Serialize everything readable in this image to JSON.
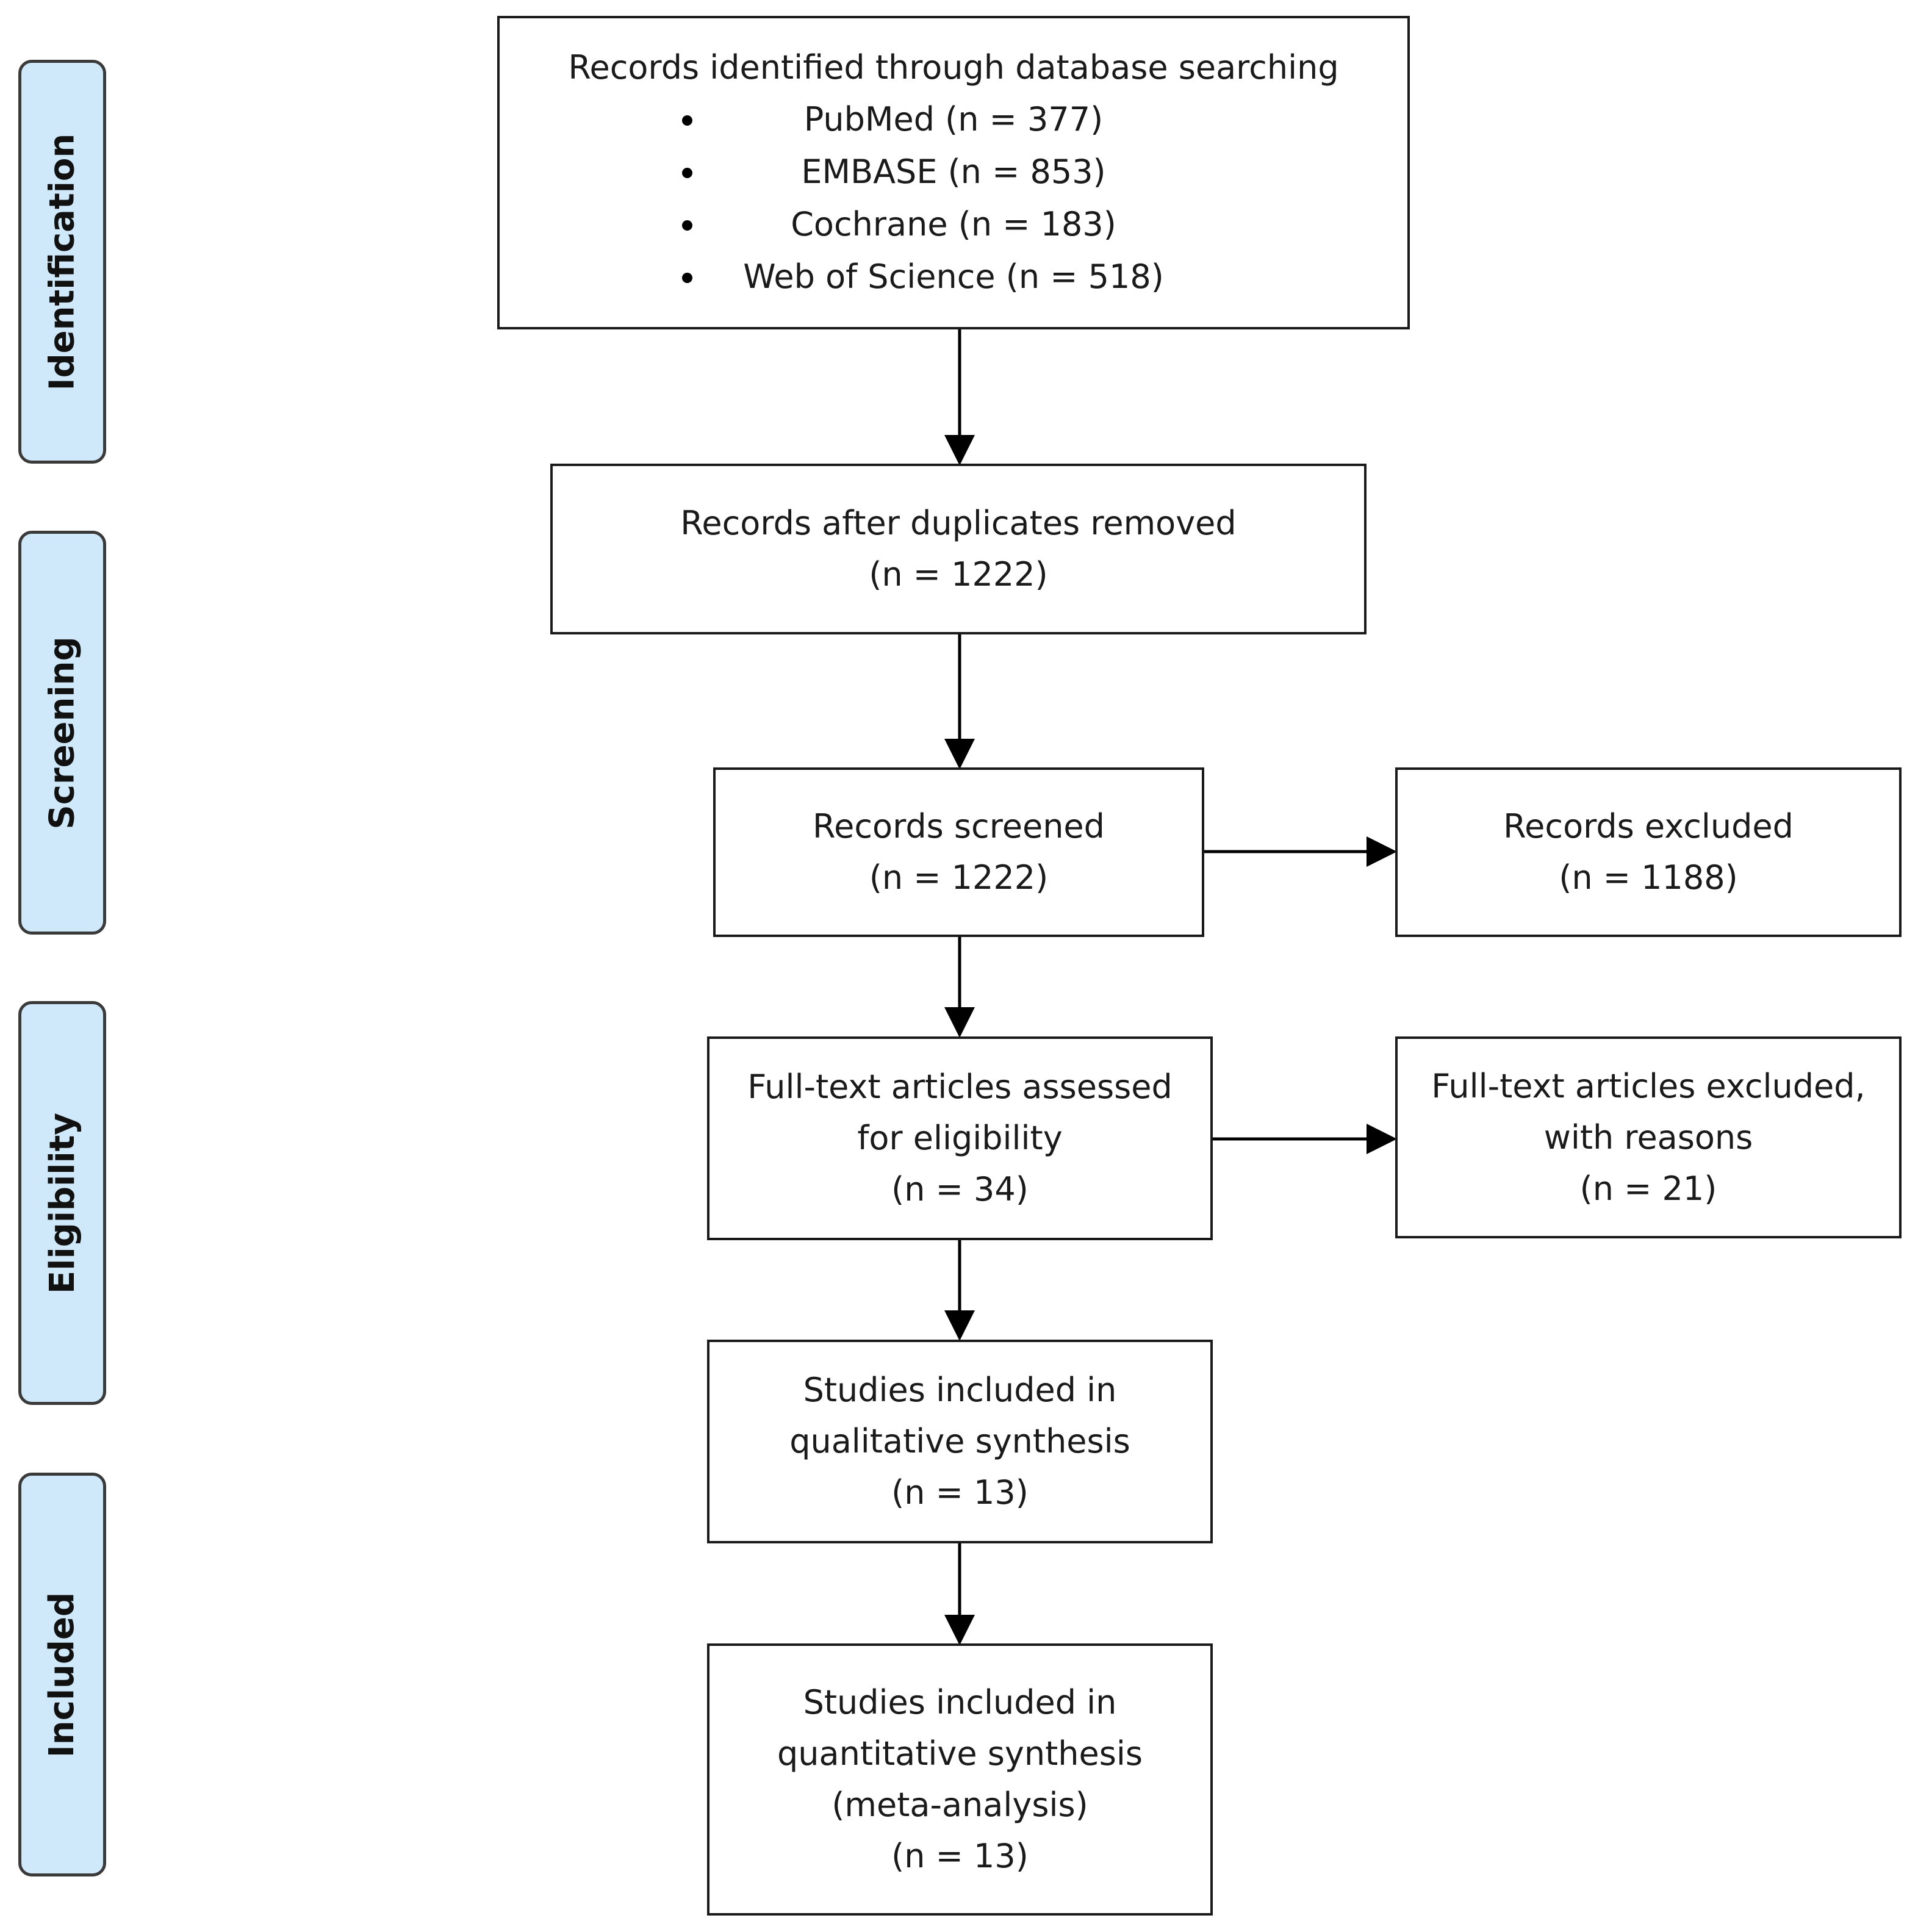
{
  "phases": {
    "identification": "Identification",
    "screening": "Screening",
    "eligibility": "Eligibility",
    "included": "Included"
  },
  "boxes": {
    "identified": {
      "title": "Records identified through database searching",
      "sources": [
        "PubMed (n = 377)",
        "EMBASE (n = 853)",
        "Cochrane (n = 183)",
        "Web of Science (n = 518)"
      ]
    },
    "deduplicated": {
      "line1": "Records after duplicates removed",
      "line2": "(n =  1222)"
    },
    "screened": {
      "line1": "Records screened",
      "line2": "(n = 1222)"
    },
    "excluded": {
      "line1": "Records excluded",
      "line2": "(n = 1188)"
    },
    "fulltext": {
      "line1": "Full-text articles assessed",
      "line2": "for eligibility",
      "line3": "(n = 34)"
    },
    "fulltext_excluded": {
      "line1": "Full-text articles excluded,",
      "line2": "with reasons",
      "line3": "(n =  21)"
    },
    "qualitative": {
      "line1": "Studies included in",
      "line2": "qualitative synthesis",
      "line3": "(n = 13)"
    },
    "quantitative": {
      "line1": "Studies included in",
      "line2": "quantitative synthesis",
      "line3": "(meta-analysis)",
      "line4": "(n = 13)"
    }
  },
  "colors": {
    "phase_fill": "#cfe9fb",
    "phase_border": "#3a3a3a",
    "box_border": "#1a1a1a",
    "arrow": "#000000"
  }
}
